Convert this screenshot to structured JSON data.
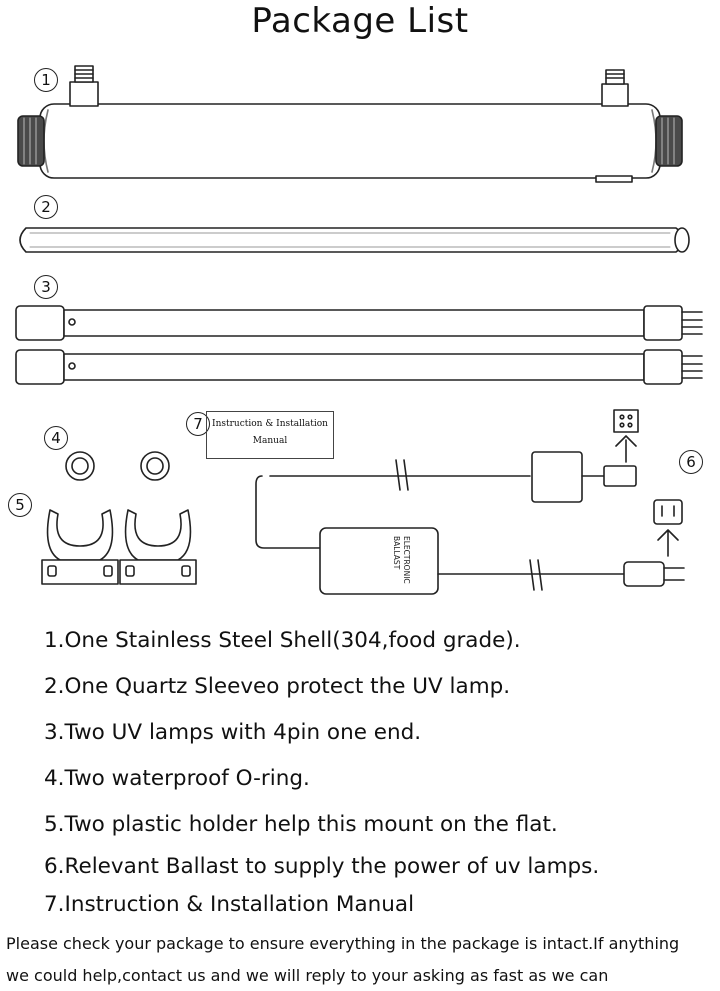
{
  "title": "Package List",
  "numbers": [
    "1",
    "2",
    "3",
    "4",
    "5",
    "6",
    "7"
  ],
  "manual_label": "Instruction & Installation Manual",
  "ballast_label": [
    "ELECTRONIC",
    "BALLAST"
  ],
  "items": [
    "1.One Stainless Steel Shell(304,food grade).",
    "2.One Quartz Sleeveo protect the UV lamp.",
    "3.Two UV lamps with 4pin one end.",
    "4.Two waterproof O-ring.",
    "5.Two plastic holder help this mount on the flat.",
    "6.Relevant Ballast to supply the power of uv lamps.",
    "7.Instruction & Installation Manual"
  ],
  "note": [
    "Please check your package to ensure everything in the package is intact.If anything",
    "we could help,contact us and we will reply to your asking as fast as we can"
  ]
}
